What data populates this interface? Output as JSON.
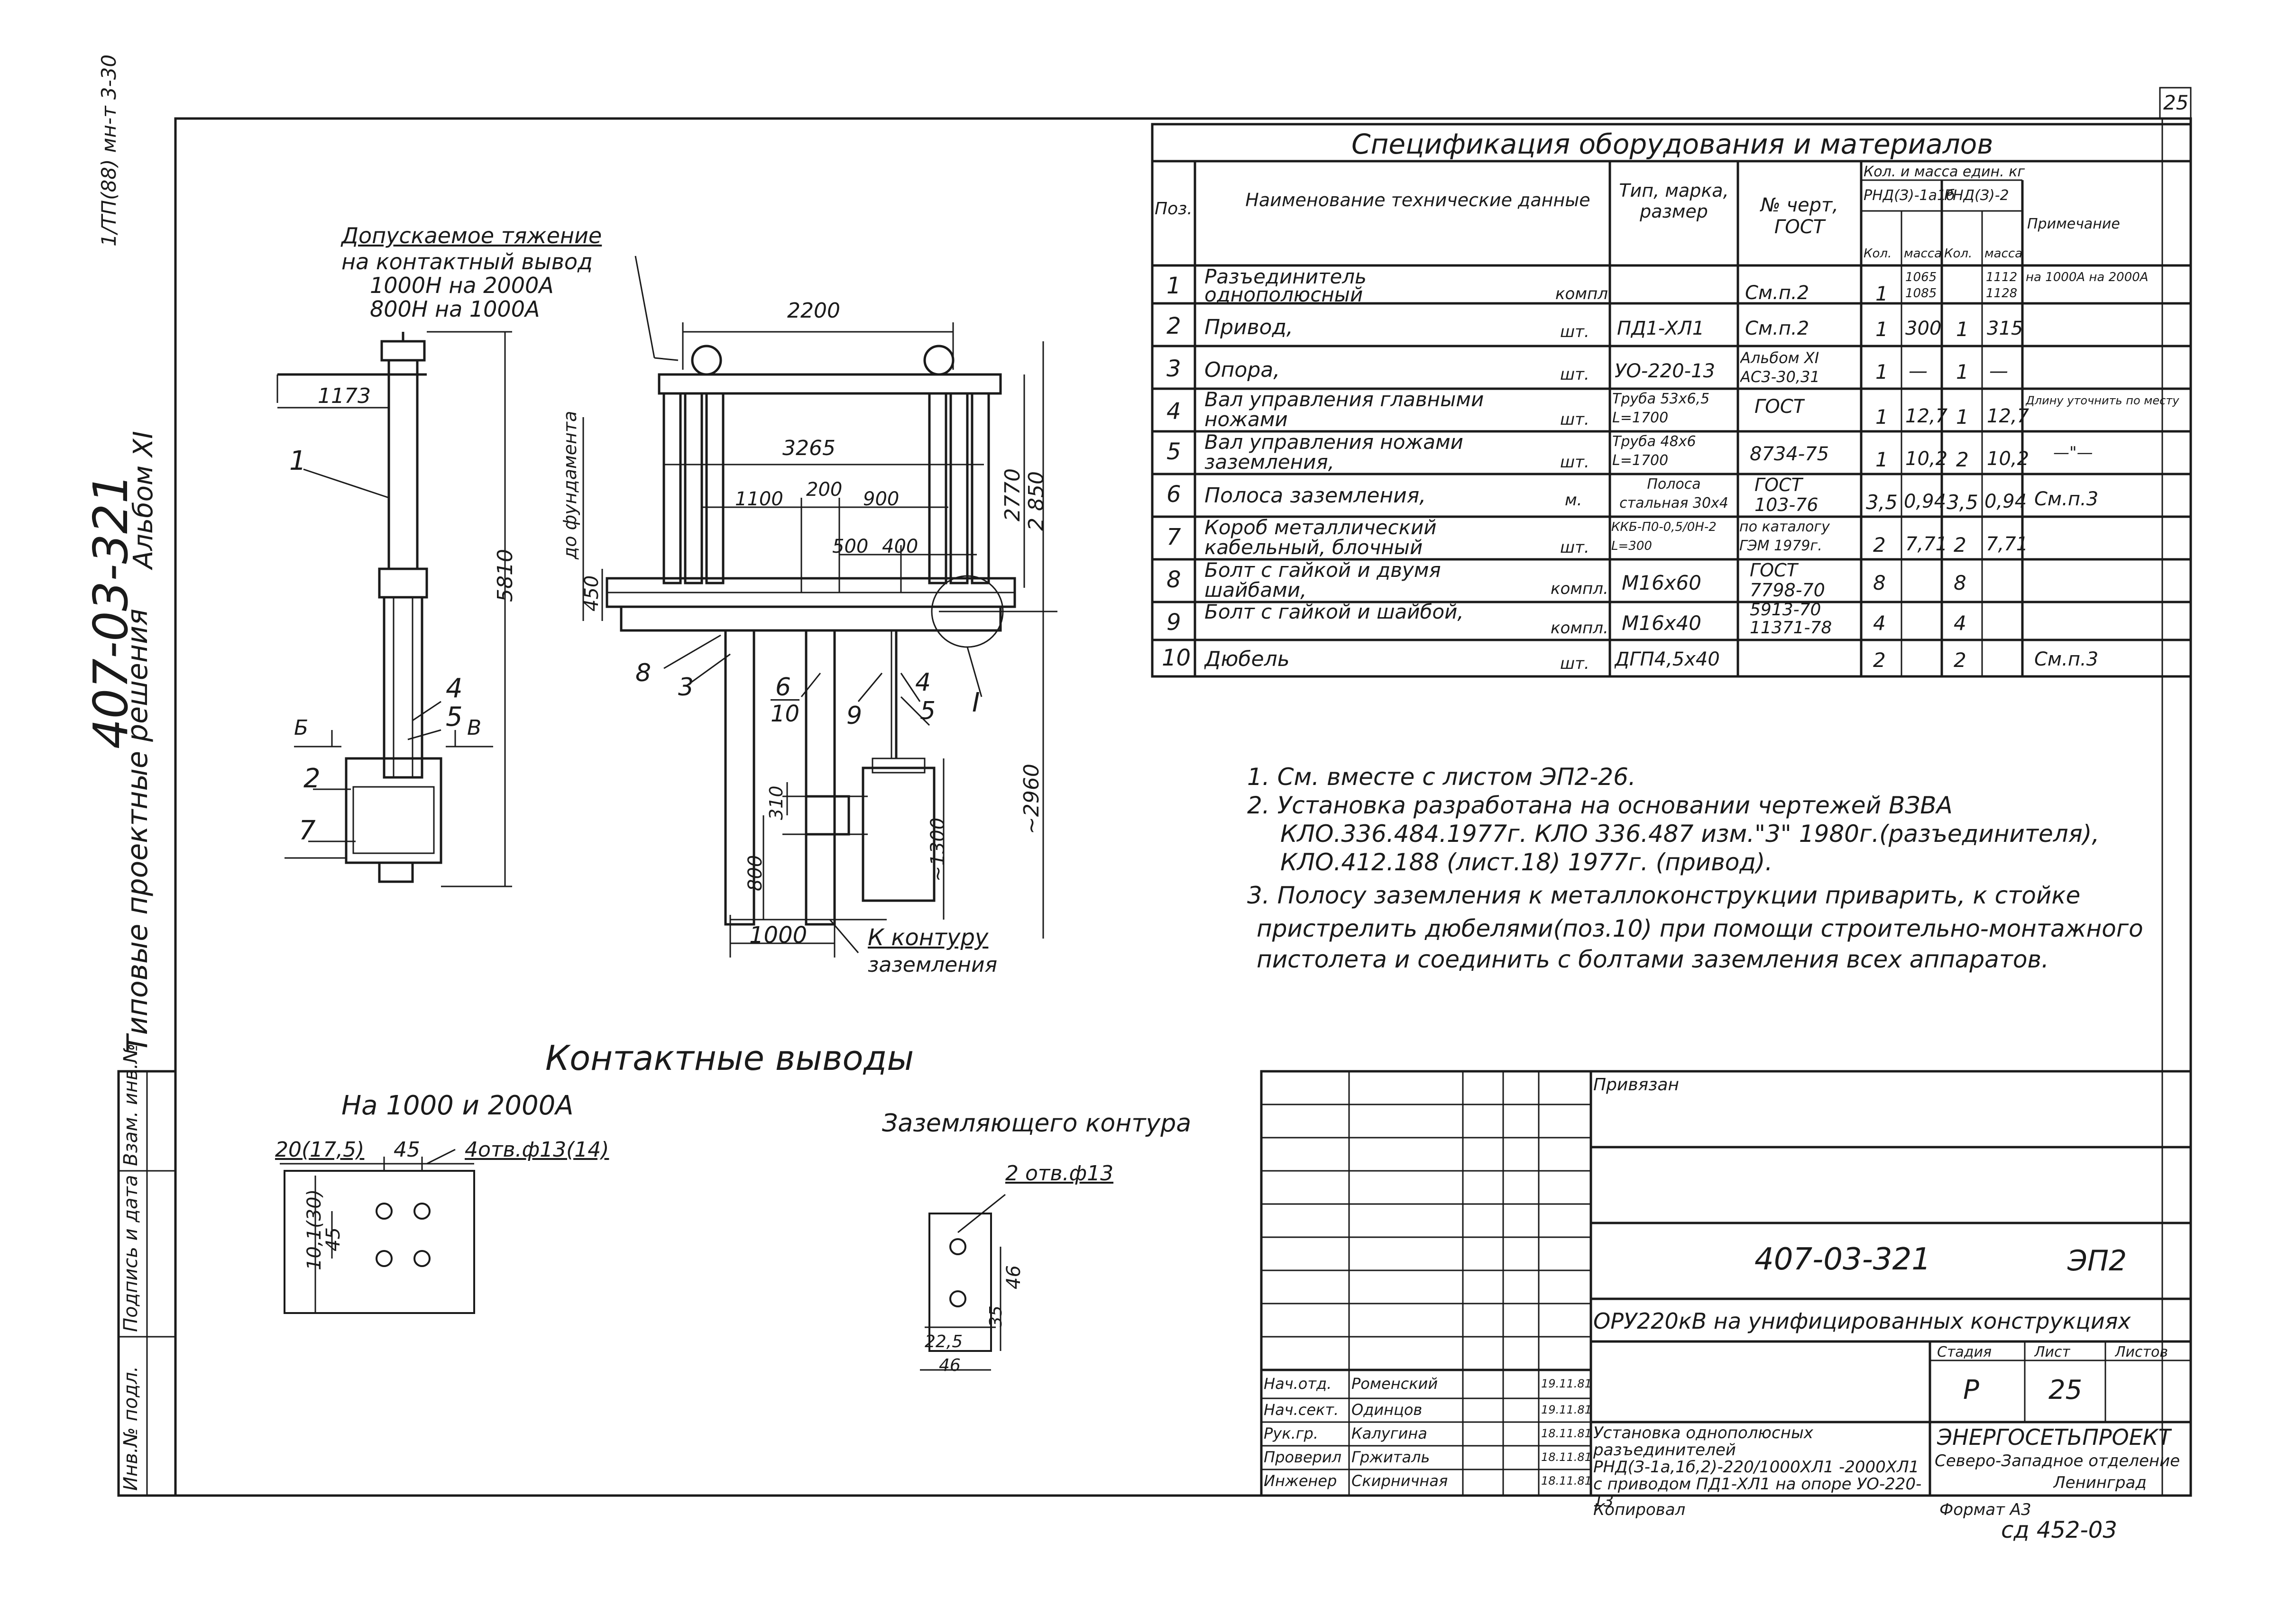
{
  "page_number": "25",
  "side": {
    "top_code": "1/ТП(88) мн-т 3-30",
    "album_code": "407-03-321",
    "album_name": "Альбом XI",
    "series_text": "Типовые проектные решения",
    "stamp_cols": [
      "Инв.№ подл.",
      "Подпись и дата",
      "Взам. инв.№"
    ]
  },
  "spec": {
    "title": "Спецификация оборудования и материалов",
    "headers": {
      "pos": "Поз.",
      "name": "Наименование технические данные",
      "type": "Тип, марка, размер",
      "gost": "№ черт, ГОСТ",
      "qty": "Кол. и масса един. кг",
      "v1": "РНД(З)-1а1б",
      "v2": "РНД(З)-2",
      "note": "Примечание",
      "kol1": "Кол.",
      "mass1": "масса",
      "kol2": "Кол.",
      "mass2": "масса"
    },
    "rows": [
      {
        "pos": "1",
        "name": "Разъединитель однополюсный",
        "unit": "компл.",
        "type": "",
        "gost": "См.п.2",
        "k1": "1",
        "m1": "1065 1085",
        "k2": "",
        "m2": "1112 1128",
        "note": "на 1000А на 2000А"
      },
      {
        "pos": "2",
        "name": "Привод,",
        "unit": "шт.",
        "type": "ПД1-ХЛ1",
        "gost": "См.п.2",
        "k1": "1",
        "m1": "300",
        "k2": "1",
        "m2": "315",
        "note": ""
      },
      {
        "pos": "3",
        "name": "Опора,",
        "unit": "шт.",
        "type": "УО-220-13",
        "gost": "Альбом XI АС3-30,31",
        "k1": "1",
        "m1": "—",
        "k2": "1",
        "m2": "—",
        "note": ""
      },
      {
        "pos": "4",
        "name": "Вал управления главными ножами",
        "unit": "шт.",
        "type": "Труба 53х6,5 L=1700",
        "gost": "ГОСТ",
        "k1": "1",
        "m1": "12,7",
        "k2": "1",
        "m2": "12,7",
        "note": "Длину уточнить по месту"
      },
      {
        "pos": "5",
        "name": "Вал управления ножами заземления,",
        "unit": "шт.",
        "type": "Труба 48х6 L=1700",
        "gost": "8734-75",
        "k1": "1",
        "m1": "10,2",
        "k2": "2",
        "m2": "10,2",
        "note": "—\"—"
      },
      {
        "pos": "6",
        "name": "Полоса заземления,",
        "unit": "м.",
        "type": "Полоса стальная 30х4",
        "gost": "ГОСТ 103-76",
        "k1": "3,5",
        "m1": "0,94",
        "k2": "3,5",
        "m2": "0,94",
        "note": "См.п.3"
      },
      {
        "pos": "7",
        "name": "Короб металлический кабельный, блочный",
        "unit": "шт.",
        "type": "ККБ-П0-0,5/0Н-2 L=300",
        "gost": "по каталогу ГЭМ 1979г.",
        "k1": "2",
        "m1": "7,71",
        "k2": "2",
        "m2": "7,71",
        "note": ""
      },
      {
        "pos": "8",
        "name": "Болт с гайкой и двумя шайбами,",
        "unit": "компл.",
        "type": "М16х60",
        "gost": "ГОСТ 7798-70",
        "k1": "8",
        "m1": "",
        "k2": "8",
        "m2": "",
        "note": ""
      },
      {
        "pos": "9",
        "name": "Болт с гайкой и шайбой,",
        "unit": "компл.",
        "type": "М16х40",
        "gost": "5913-70 11371-78",
        "k1": "4",
        "m1": "",
        "k2": "4",
        "m2": "",
        "note": ""
      },
      {
        "pos": "10",
        "name": "Дюбель",
        "unit": "шт.",
        "type": "ДГП4,5х40",
        "gost": "",
        "k1": "2",
        "m1": "",
        "k2": "2",
        "m2": "",
        "note": "См.п.3"
      }
    ]
  },
  "notes": [
    "1. См. вместе с листом ЭП2-26.",
    "2. Установка разработана на основании чертежей ВЗВА",
    "КЛО.336.484.1977г. КЛО 336.487 изм.\"3\" 1980г.(разъединителя),",
    "КЛО.412.188 (лист.18) 1977г. (привод).",
    "3. Полосу заземления к металлоконструкции приварить, к стойке",
    "пристрелить дюбелями(поз.10) при помощи строительно-монтажного",
    "пистолета и соединить с болтами заземления всех аппаратов."
  ],
  "drawing": {
    "load_label": [
      "Допускаемое тяжение",
      "на контактный вывод",
      "1000Н на 2000А",
      "800Н на 1000А"
    ],
    "dims": {
      "d2200": "2200",
      "d3265": "3265",
      "d1100": "1100",
      "d200": "200",
      "d900": "900",
      "d500": "500",
      "d400": "400",
      "d1173": "1173",
      "d5810": "5810",
      "d2770": "2770",
      "d2850": "2 850",
      "d450": "450",
      "do_fund": "до фундамента",
      "d2960": "~2960",
      "d800": "800",
      "d310": "310",
      "d1300": "~1300",
      "d1000": "1000"
    },
    "contour_label": [
      "К контуру",
      "заземления"
    ],
    "section_label": "Б",
    "section_label2": "В",
    "node_label": "I",
    "callouts": [
      "1",
      "2",
      "7",
      "4",
      "5",
      "8",
      "3",
      "6",
      "10",
      "9",
      "4",
      "5"
    ]
  },
  "contacts": {
    "title": "Контактные выводы",
    "sub1": "На 1000 и 2000А",
    "sub2": "Заземляющего контура",
    "d20": "20(17,5)",
    "d45": "45",
    "holes1": "4отв.ф13(14)",
    "d45v": "45",
    "d10": "10,1(30)",
    "holes2": "2 отв.ф13",
    "d46": "46",
    "d35": "35",
    "d225": "22,5",
    "d46b": "46"
  },
  "title_block": {
    "privyazan": "Привязан",
    "code": "407-03-321",
    "sheet_code": "ЭП2",
    "project": "ОРУ220кВ на унифицированных конструкциях",
    "stadia_h": "Стадия",
    "list_h": "Лист",
    "listov_h": "Листов",
    "stadia": "Р",
    "list": "25",
    "listov": "",
    "roles": [
      {
        "role": "Нач.отд.",
        "name": "Роменский",
        "date": "19.11.81"
      },
      {
        "role": "Нач.сект.",
        "name": "Одинцов",
        "date": "19.11.81"
      },
      {
        "role": "Рук.гр.",
        "name": "Калугина",
        "date": "18.11.81"
      },
      {
        "role": "Проверил",
        "name": "Гржиталь",
        "date": "18.11.81"
      },
      {
        "role": "Инженер",
        "name": "Скирничная",
        "date": "18.11.81"
      }
    ],
    "description": "Установка однополюсных разъединителей РНД(З-1а,1б,2)-220/1000ХЛ1 -2000ХЛ1 с приводом ПД1-ХЛ1 на опоре УО-220-13",
    "org1": "ЭНЕРГОСЕТЬПРОЕКТ",
    "org2": "Северо-Западное отделение",
    "org3": "Ленинград",
    "kopiroval": "Копировал",
    "format": "Формат А3",
    "footer_code": "сд 452-03"
  }
}
